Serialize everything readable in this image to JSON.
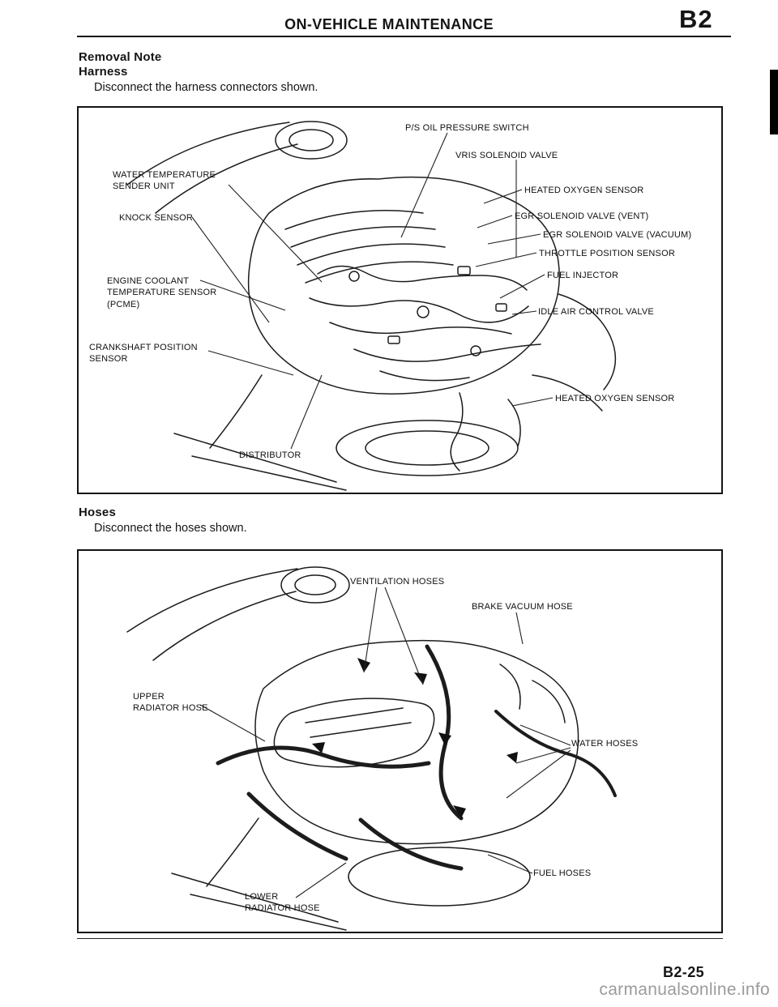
{
  "header": {
    "title": "ON-VEHICLE MAINTENANCE",
    "code": "B2"
  },
  "harness_section": {
    "heading": "Removal Note",
    "subheading": "Harness",
    "instruction": "Disconnect the harness connectors shown.",
    "labels": [
      {
        "id": "ps-oil-pressure-switch",
        "text": "P/S OIL PRESSURE SWITCH"
      },
      {
        "id": "vris-solenoid-valve",
        "text": "VRIS SOLENOID VALVE"
      },
      {
        "id": "water-temperature-sender-unit",
        "text": "WATER TEMPERATURE\nSENDER UNIT"
      },
      {
        "id": "heated-oxygen-sensor-upper",
        "text": "HEATED OXYGEN SENSOR"
      },
      {
        "id": "knock-sensor",
        "text": "KNOCK SENSOR"
      },
      {
        "id": "egr-solenoid-valve-vent",
        "text": "EGR SOLENOID VALVE (VENT)"
      },
      {
        "id": "egr-solenoid-valve-vacuum",
        "text": "EGR SOLENOID VALVE (VACUUM)"
      },
      {
        "id": "throttle-position-sensor",
        "text": "THROTTLE POSITION SENSOR"
      },
      {
        "id": "engine-coolant-temperature-sensor",
        "text": "ENGINE COOLANT\nTEMPERATURE SENSOR\n(PCME)"
      },
      {
        "id": "fuel-injector",
        "text": "FUEL INJECTOR"
      },
      {
        "id": "idle-air-control-valve",
        "text": "IDLE AIR CONTROL VALVE"
      },
      {
        "id": "crankshaft-position-sensor",
        "text": "CRANKSHAFT POSITION\nSENSOR"
      },
      {
        "id": "heated-oxygen-sensor-lower",
        "text": "HEATED OXYGEN SENSOR"
      },
      {
        "id": "distributor",
        "text": "DISTRIBUTOR"
      }
    ]
  },
  "hoses_section": {
    "heading": "Hoses",
    "instruction": "Disconnect the hoses shown.",
    "labels": [
      {
        "id": "ventilation-hoses",
        "text": "VENTILATION HOSES"
      },
      {
        "id": "brake-vacuum-hose",
        "text": "BRAKE VACUUM HOSE"
      },
      {
        "id": "upper-radiator-hose",
        "text": "UPPER\nRADIATOR HOSE"
      },
      {
        "id": "water-hoses",
        "text": "WATER HOSES"
      },
      {
        "id": "fuel-hoses",
        "text": "FUEL HOSES"
      },
      {
        "id": "lower-radiator-hose",
        "text": "LOWER\nRADIATOR HOSE"
      }
    ]
  },
  "footer": {
    "page_code": "B2-25",
    "watermark": "carmanualsonline.info"
  }
}
